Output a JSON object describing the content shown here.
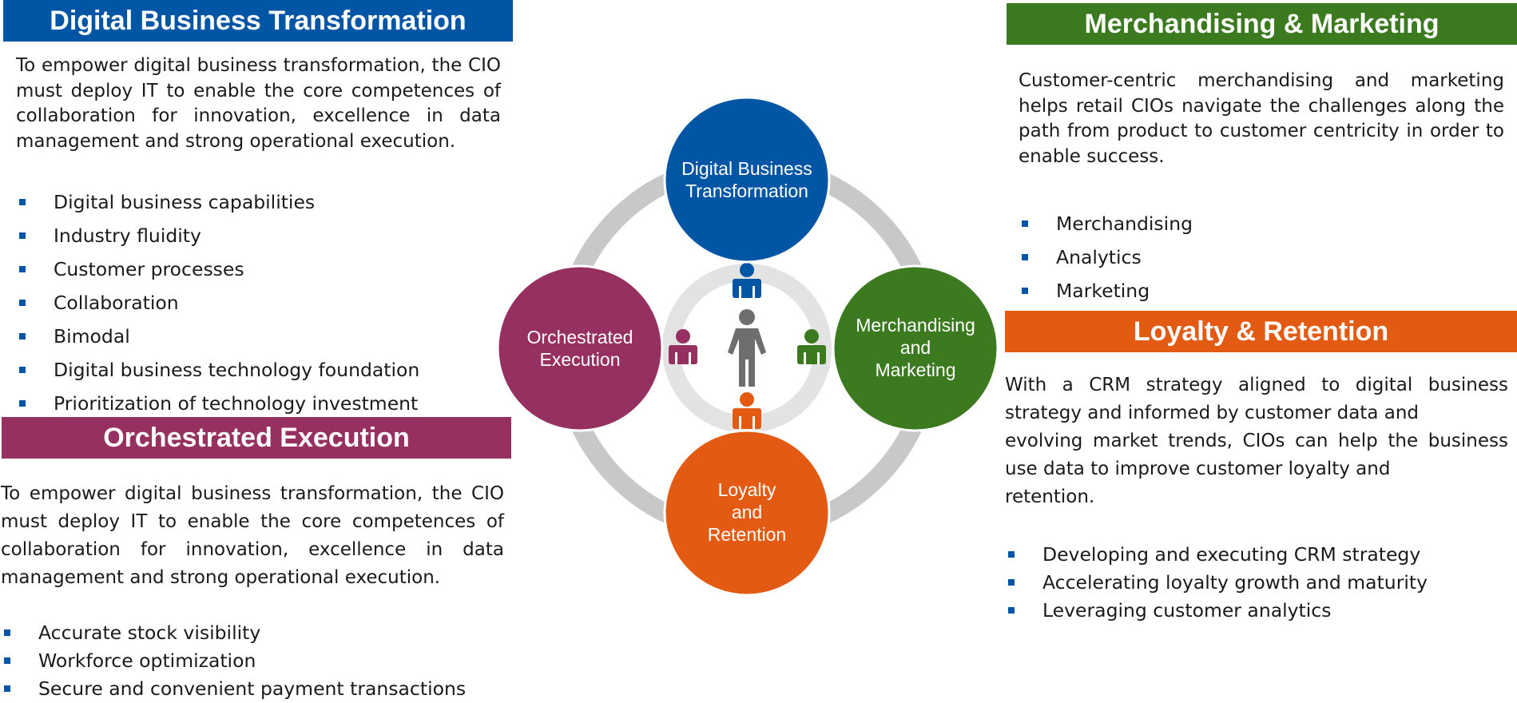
{
  "colors": {
    "blue": "#0055a5",
    "green": "#3c7a1f",
    "orange": "#e35b13",
    "magenta": "#963060",
    "ring": "#c8c8c8",
    "person_gray": "#6e6e6e",
    "bullet": "#0055a5"
  },
  "dbt": {
    "title": "Digital Business Transformation",
    "paragraph": "To empower digital business transformation, the CIO must deploy IT to enable the core competences of collaboration for innovation, excellence in data management and strong operational execution.",
    "bullets": [
      "Digital business capabilities",
      "Industry fluidity",
      "Customer processes",
      "Collaboration",
      "Bimodal",
      "Digital business technology foundation",
      "Prioritization of technology investment"
    ]
  },
  "oe": {
    "title": "Orchestrated Execution",
    "paragraph": "To empower digital business transformation, the CIO must deploy IT to enable the core competences of collaboration for innovation, excellence in data management and strong operational execution.",
    "bullets": [
      "Accurate stock visibility",
      "Workforce optimization",
      "Secure and convenient payment transactions"
    ]
  },
  "mm": {
    "title": "Merchandising & Marketing",
    "paragraph": "Customer-centric merchandising and marketing helps retail CIOs navigate the challenges along the path from product to customer centricity in order to enable success.",
    "bullets": [
      "Merchandising",
      "Analytics",
      "Marketing"
    ]
  },
  "lr": {
    "title": "Loyalty & Retention",
    "paragraph_lines": [
      "With a CRM strategy aligned to digital business",
      "strategy and informed by customer data and",
      "evolving market trends, CIOs can help the business",
      "use data to improve customer loyalty and",
      "retention."
    ],
    "bullets": [
      "Developing and executing CRM strategy",
      "Accelerating loyalty growth and maturity",
      "Leveraging customer analytics"
    ]
  },
  "diagram": {
    "top": [
      "Digital Business",
      "Transformation"
    ],
    "left": [
      "Orchestrated",
      "Execution"
    ],
    "right": [
      "Merchandising",
      "and",
      "Marketing"
    ],
    "bottom": [
      "Loyalty",
      "and",
      "Retention"
    ]
  }
}
